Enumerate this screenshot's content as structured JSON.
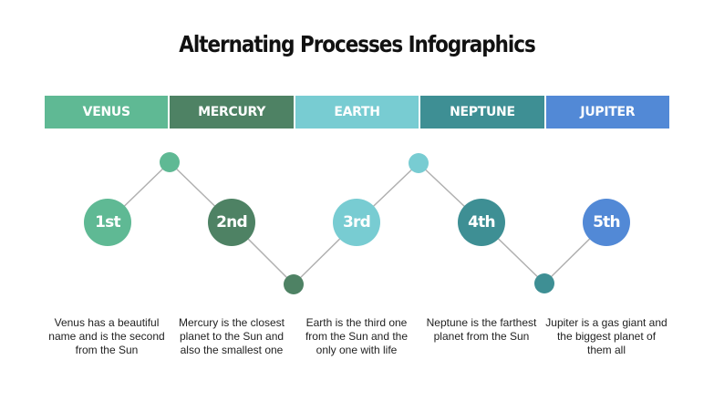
{
  "title": "Alternating Processes Infographics",
  "colors": {
    "venus": "#5fb994",
    "mercury": "#4e8264",
    "earth": "#78ccd2",
    "neptune": "#3e8f94",
    "jupiter": "#5289d6",
    "connector_line": "#b0b0b0"
  },
  "steps": [
    {
      "planet": "VENUS",
      "order": "1st",
      "description": "Venus has a beautiful name and is the second from the Sun",
      "color": "#5fb994",
      "small_dot_position": "top"
    },
    {
      "planet": "MERCURY",
      "order": "2nd",
      "description": "Mercury is the closest planet to the Sun and also the smallest one",
      "color": "#4e8264",
      "small_dot_position": "bottom"
    },
    {
      "planet": "EARTH",
      "order": "3rd",
      "description": "Earth is the third one from the Sun and the only one with life",
      "color": "#78ccd2",
      "small_dot_position": "top"
    },
    {
      "planet": "NEPTUNE",
      "order": "4th",
      "description": "Neptune is the farthest planet from the Sun",
      "color": "#3e8f94",
      "small_dot_position": "bottom"
    },
    {
      "planet": "JUPITER",
      "order": "5th",
      "description": "Jupiter is a gas giant and the biggest planet of them all",
      "color": "#5289d6",
      "small_dot_position": "none"
    }
  ]
}
